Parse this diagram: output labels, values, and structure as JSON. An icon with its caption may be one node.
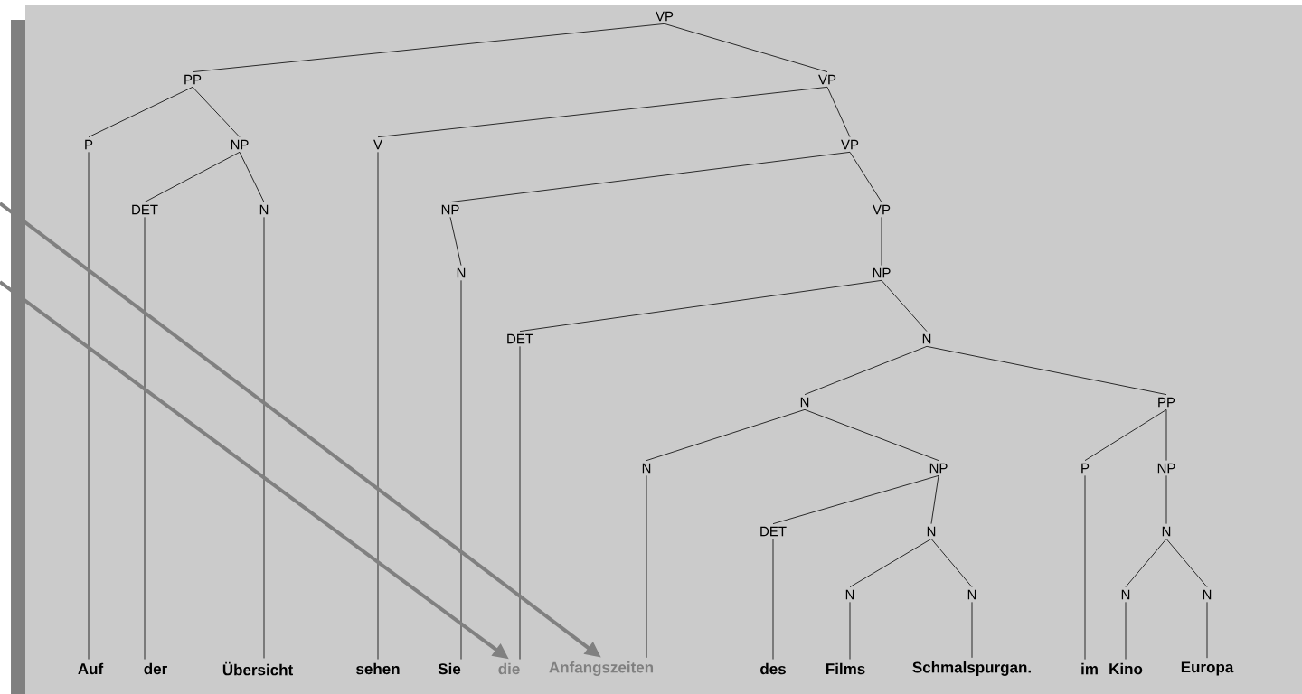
{
  "diagram": {
    "nodes": [
      {
        "text": [
          "VP"
        ]
      },
      {
        "text": [
          "PP"
        ]
      },
      {
        "text": [
          "VP"
        ]
      },
      {
        "text": [
          "P"
        ]
      },
      {
        "text": [
          "NP"
        ]
      },
      {
        "text": [
          "V"
        ]
      },
      {
        "text": [
          "VP"
        ]
      },
      {
        "text": [
          "DET"
        ]
      },
      {
        "text": [
          "N"
        ]
      },
      {
        "text": [
          "NP"
        ]
      },
      {
        "text": [
          "VP"
        ]
      },
      {
        "text": [
          "N"
        ]
      },
      {
        "text": [
          "NP"
        ]
      },
      {
        "text": [
          "DET"
        ]
      },
      {
        "text": [
          "N"
        ]
      },
      {
        "text": [
          "N"
        ]
      },
      {
        "text": [
          "PP"
        ]
      },
      {
        "text": [
          "N"
        ]
      },
      {
        "text": [
          "NP"
        ]
      },
      {
        "text": [
          "P"
        ]
      },
      {
        "text": [
          "NP"
        ]
      },
      {
        "text": [
          "DET"
        ]
      },
      {
        "text": [
          "N"
        ]
      },
      {
        "text": [
          "N"
        ]
      },
      {
        "text": [
          "N"
        ]
      },
      {
        "text": [
          "N"
        ]
      },
      {
        "text": [
          "N"
        ]
      },
      {
        "text": [
          "N"
        ]
      },
      {
        "text": [
          "Auf"
        ]
      },
      {
        "text": [
          "der"
        ]
      },
      {
        "text": [
          "Übersicht"
        ]
      },
      {
        "text": [
          "sehen"
        ]
      },
      {
        "text": [
          "Sie"
        ]
      },
      {
        "text": [
          "die"
        ]
      },
      {
        "text": [
          "Anfangszeiten"
        ]
      },
      {
        "text": [
          "des"
        ]
      },
      {
        "text": [
          "Films"
        ]
      },
      {
        "text": [
          "Schmalspurgan."
        ]
      },
      {
        "text": [
          "im"
        ]
      },
      {
        "text": [
          "Kino"
        ]
      },
      {
        "text": [
          "Europa"
        ]
      }
    ],
    "edges": [
      {
        "from": 0,
        "to": 1,
        "arrow": "none"
      },
      {
        "from": 0,
        "to": 2,
        "arrow": "none"
      },
      {
        "from": 1,
        "to": 3,
        "arrow": "none"
      },
      {
        "from": 1,
        "to": 4,
        "arrow": "none"
      },
      {
        "from": 2,
        "to": 5,
        "arrow": "none"
      },
      {
        "from": 2,
        "to": 6,
        "arrow": "none"
      },
      {
        "from": 4,
        "to": 7,
        "arrow": "none"
      },
      {
        "from": 4,
        "to": 8,
        "arrow": "none"
      },
      {
        "from": 6,
        "to": 9,
        "arrow": "none"
      },
      {
        "from": 6,
        "to": 10,
        "arrow": "none"
      },
      {
        "from": 9,
        "to": 11,
        "arrow": "none"
      },
      {
        "from": 10,
        "to": 12,
        "arrow": "none"
      },
      {
        "from": 12,
        "to": 13,
        "arrow": "none"
      },
      {
        "from": 12,
        "to": 14,
        "arrow": "none"
      },
      {
        "from": 14,
        "to": 15,
        "arrow": "none"
      },
      {
        "from": 14,
        "to": 16,
        "arrow": "none"
      },
      {
        "from": 15,
        "to": 17,
        "arrow": "none"
      },
      {
        "from": 15,
        "to": 18,
        "arrow": "none"
      },
      {
        "from": 16,
        "to": 19,
        "arrow": "none"
      },
      {
        "from": 16,
        "to": 20,
        "arrow": "none"
      },
      {
        "from": 18,
        "to": 21,
        "arrow": "none"
      },
      {
        "from": 18,
        "to": 22,
        "arrow": "none"
      },
      {
        "from": 20,
        "to": 23,
        "arrow": "none"
      },
      {
        "from": 22,
        "to": 24,
        "arrow": "none"
      },
      {
        "from": 22,
        "to": 25,
        "arrow": "none"
      },
      {
        "from": 23,
        "to": 26,
        "arrow": "none"
      },
      {
        "from": 23,
        "to": 27,
        "arrow": "none"
      },
      {
        "from": 3,
        "to": 28,
        "arrow": "none"
      },
      {
        "from": 7,
        "to": 29,
        "arrow": "none"
      },
      {
        "from": 8,
        "to": 30,
        "arrow": "none"
      },
      {
        "from": 5,
        "to": 31,
        "arrow": "none"
      },
      {
        "from": 11,
        "to": 32,
        "arrow": "none"
      },
      {
        "from": 13,
        "to": 33,
        "arrow": "none"
      },
      {
        "from": 17,
        "to": 34,
        "arrow": "none"
      },
      {
        "from": 21,
        "to": 35,
        "arrow": "none"
      },
      {
        "from": 24,
        "to": 36,
        "arrow": "none"
      },
      {
        "from": 25,
        "to": 37,
        "arrow": "none"
      },
      {
        "from": 19,
        "to": 38,
        "arrow": "none"
      },
      {
        "from": 26,
        "to": 39,
        "arrow": "none"
      },
      {
        "from": 27,
        "to": 40,
        "arrow": "none"
      },
      {
        "from": null,
        "to": 34,
        "arrow": "to",
        "style": "thick",
        "color": "#808080"
      },
      {
        "from": null,
        "to": 33,
        "arrow": "to",
        "style": "thick",
        "color": "#808080"
      }
    ]
  }
}
